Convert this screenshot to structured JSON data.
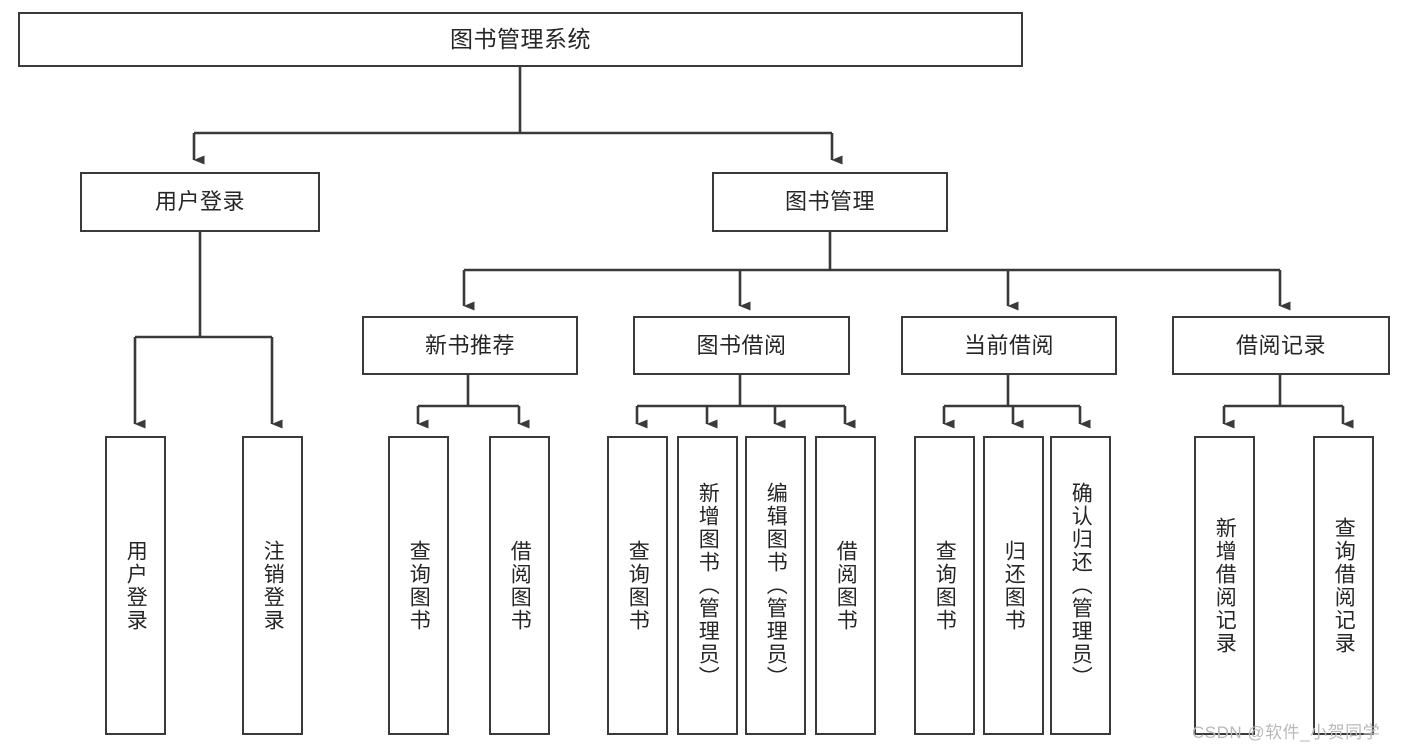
{
  "diagram": {
    "type": "tree-hierarchy",
    "title": "图书管理系统",
    "colors": {
      "box_border": "#3a3a3a",
      "box_fill": "#ffffff",
      "edge": "#3a3a3a",
      "text": "#262626",
      "background": "#ffffff",
      "watermark": "#b9b9b9"
    },
    "nodes": {
      "root": {
        "label": "图书管理系统"
      },
      "level1": [
        {
          "label": "用户登录"
        },
        {
          "label": "图书管理"
        }
      ],
      "level2": [
        {
          "label": "新书推荐"
        },
        {
          "label": "图书借阅"
        },
        {
          "label": "当前借阅"
        },
        {
          "label": "借阅记录"
        }
      ],
      "leaves": {
        "user_login": [
          {
            "label": "用户登录"
          },
          {
            "label": "注销登录"
          }
        ],
        "new_book_recommend": [
          {
            "label": "查询图书"
          },
          {
            "label": "借阅图书"
          }
        ],
        "book_borrow": [
          {
            "label": "查询图书"
          },
          {
            "label": "新增图书（管理员）"
          },
          {
            "label": "编辑图书（管理员）"
          },
          {
            "label": "借阅图书"
          }
        ],
        "current_borrow": [
          {
            "label": "查询图书"
          },
          {
            "label": "归还图书"
          },
          {
            "label": "确认归还（管理员）"
          }
        ],
        "borrow_record": [
          {
            "label": "新增借阅记录"
          },
          {
            "label": "查询借阅记录"
          }
        ]
      }
    },
    "watermark": {
      "text": "CSDN @软件_小贺同学"
    }
  }
}
